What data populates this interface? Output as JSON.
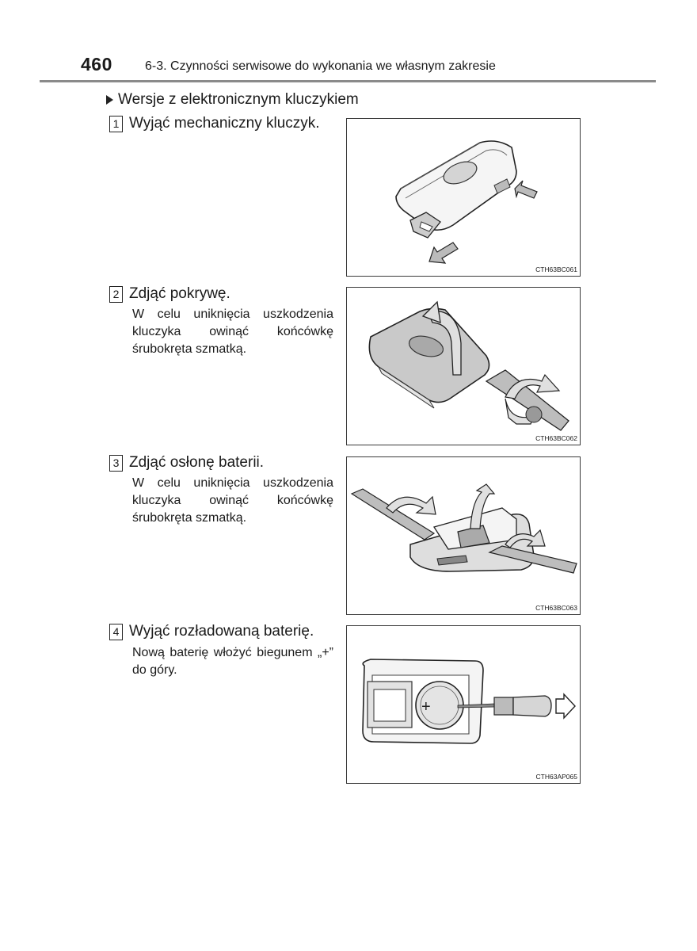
{
  "header": {
    "page_number": "460",
    "section": "6-3. Czynności serwisowe do wykonania we własnym zakresie"
  },
  "variant": "Wersje z elektronicznym kluczykiem",
  "steps": [
    {
      "num": "1",
      "title": "Wyjąć mechaniczny kluczyk.",
      "note": "",
      "figure_code": "CTH63BC061"
    },
    {
      "num": "2",
      "title": "Zdjąć pokrywę.",
      "note": "W celu uniknięcia uszkodzenia kluczyka owinąć końcówkę śrubokręta szmatką.",
      "figure_code": "CTH63BC062"
    },
    {
      "num": "3",
      "title": "Zdjąć osłonę baterii.",
      "note": "W celu uniknięcia uszkodzenia kluczyka owinąć końcówkę śrubokręta szmatką.",
      "figure_code": "CTH63BC063"
    },
    {
      "num": "4",
      "title": "Wyjąć rozładowaną baterię.",
      "note": "Nową baterię włożyć biegunem „+” do góry.",
      "figure_code": "CTH63AP065"
    }
  ],
  "figure_labels": {
    "battery_plus": "+"
  }
}
